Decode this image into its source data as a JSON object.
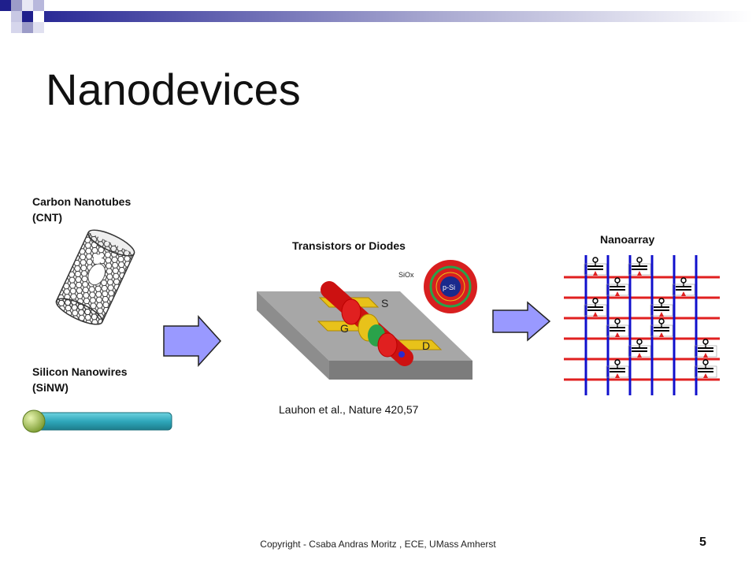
{
  "slide": {
    "title": "Nanodevices",
    "cnt_label_line1": "Carbon Nanotubes",
    "cnt_label_line2": "(CNT)",
    "sinw_label_line1": "Silicon Nanowires",
    "sinw_label_line2": "(SiNW)",
    "transistor_label": "Transistors or Diodes",
    "nanoarray_label": "Nanoarray",
    "citation": "Lauhon et al., Nature 420,57",
    "footer": "Copyright - Csaba Andras Moritz , ECE, UMass Amherst",
    "page_number": "5"
  },
  "figure_labels": {
    "source": "S",
    "gate": "G",
    "drain": "D",
    "oxide": "SiOx",
    "core": "p-Si"
  },
  "colors": {
    "header_blue": "#1f1f8c",
    "header_gradient_start": "#2a2a96",
    "arrow_fill": "#9999ff",
    "nanoarray_blue": "#1010cc",
    "nanoarray_red": "#e02020",
    "nanowire_teal": "#3aaec0"
  }
}
